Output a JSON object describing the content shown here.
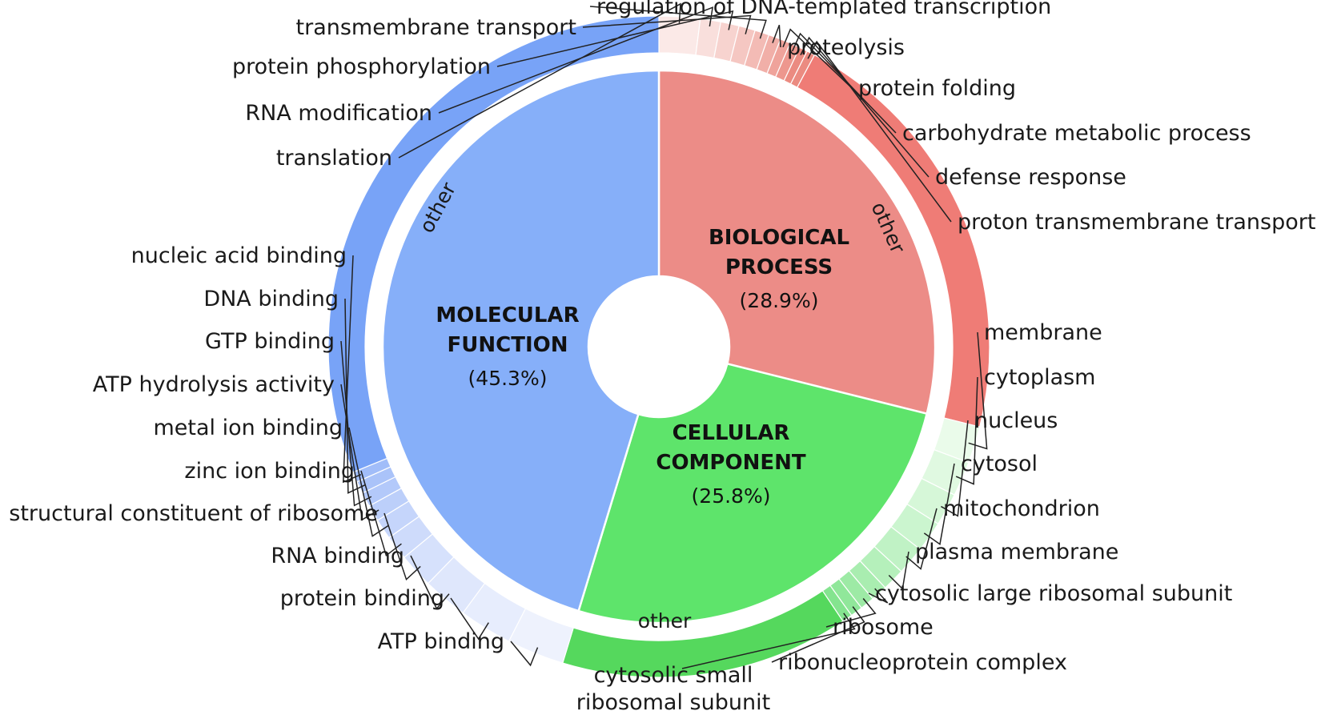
{
  "chart_data": {
    "type": "sunburst",
    "inner": [
      {
        "key": "bp",
        "name_lines": [
          "BIOLOGICAL",
          "PROCESS"
        ],
        "percent_label": "(28.9%)",
        "percent": 28.9,
        "color": "#ec8c87"
      },
      {
        "key": "cc",
        "name_lines": [
          "CELLULAR",
          "COMPONENT"
        ],
        "percent_label": "(25.8%)",
        "percent": 25.8,
        "color": "#5ee46b"
      },
      {
        "key": "mf",
        "name_lines": [
          "MOLECULAR",
          "FUNCTION"
        ],
        "percent_label": "(45.3%)",
        "percent": 45.3,
        "color": "#86aff9"
      }
    ],
    "outer": {
      "bp": {
        "colors": [
          "#fbe9e7",
          "#f9dfdc",
          "#f7d3cf",
          "#f5c7c2",
          "#f3bbb5",
          "#f1afa8",
          "#efa39b",
          "#ed978e",
          "#eb8b81"
        ],
        "other_color": "#ef7c76",
        "terms": [
          {
            "label": "translation",
            "value": 2.0
          },
          {
            "label": "RNA modification",
            "value": 1.0
          },
          {
            "label": "protein phosphorylation",
            "value": 0.9
          },
          {
            "label": "transmembrane transport",
            "value": 0.8
          },
          {
            "label": "regulation of DNA-templated transcription",
            "value": 0.7
          },
          {
            "label": "proteolysis",
            "value": 0.6
          },
          {
            "label": "protein folding",
            "value": 0.5
          },
          {
            "label": "carbohydrate metabolic process",
            "value": 0.5
          },
          {
            "label": "defense response",
            "value": 0.4
          },
          {
            "label": "proton transmembrane transport",
            "value": 0.4
          }
        ],
        "other_value": 21.1,
        "other_label": "other"
      },
      "cc": {
        "colors": [
          "#eafbea",
          "#e0f9e1",
          "#d6f7d8",
          "#cbf5cf",
          "#c0f2c5",
          "#b5f0bb",
          "#a9edb0",
          "#9deaa5",
          "#90e79a",
          "#84e48f"
        ],
        "other_color": "#55d85d",
        "terms": [
          {
            "label": "membrane",
            "value": 1.8
          },
          {
            "label": "cytoplasm",
            "value": 1.7
          },
          {
            "label": "nucleus",
            "value": 1.6
          },
          {
            "label": "cytosol",
            "value": 1.5
          },
          {
            "label": "mitochondrion",
            "value": 1.4
          },
          {
            "label": "plasma membrane",
            "value": 1.1
          },
          {
            "label": "cytosolic large ribosomal subunit",
            "value": 0.8
          },
          {
            "label": "ribosome",
            "value": 0.7
          },
          {
            "label": "ribonucleoprotein complex",
            "value": 0.6
          },
          {
            "label": "cytosolic small ribosomal subunit",
            "value": 0.5
          }
        ],
        "other_value": 14.1,
        "other_label": "other"
      },
      "mf": {
        "colors": [
          "#eef2fd",
          "#e7edfd",
          "#dfe7fc",
          "#d6e1fc",
          "#cedbfb",
          "#c5d5fb",
          "#bccffa",
          "#b3c9fa",
          "#aac3f9",
          "#a1bdf9"
        ],
        "other_color": "#78a3f7",
        "terms": [
          {
            "label": "ATP binding",
            "value": 2.8
          },
          {
            "label": "protein binding",
            "value": 2.6
          },
          {
            "label": "RNA binding",
            "value": 2.2
          },
          {
            "label": "structural constituent of ribosome",
            "value": 1.7
          },
          {
            "label": "zinc ion binding",
            "value": 1.2
          },
          {
            "label": "metal ion binding",
            "value": 1.0
          },
          {
            "label": "ATP hydrolysis activity",
            "value": 0.8
          },
          {
            "label": "GTP binding",
            "value": 0.7
          },
          {
            "label": "DNA binding",
            "value": 0.6
          },
          {
            "label": "nucleic acid binding",
            "value": 0.5
          }
        ],
        "other_value": 31.2,
        "other_label": "other"
      }
    },
    "title": "",
    "legend": "none"
  }
}
